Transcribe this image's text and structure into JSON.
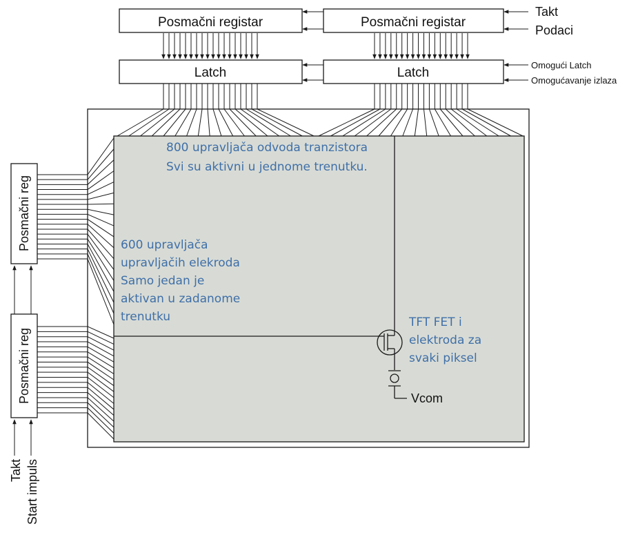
{
  "colors": {
    "panel_fill": "#d8dbd5",
    "annotation_text": "#3f6fa8",
    "lines": "#1a1a1a"
  },
  "registers": {
    "column_shift_left": "Posmačni registar",
    "column_shift_right": "Posmačni registar",
    "latch_left": "Latch",
    "latch_right": "Latch",
    "row_shift_top": "Posmačni reg",
    "row_shift_bottom": "Posmačni reg"
  },
  "inputs": {
    "top_clock": "Takt",
    "top_data": "Podaci",
    "latch_enable": "Omogući Latch",
    "output_enable": "Omogućavanje izlaza",
    "left_clock": "Takt",
    "start_pulse": "Start impuls"
  },
  "annotations": {
    "drain_drivers_line1": "800 upravljača odvoda tranzistora",
    "drain_drivers_line2": "Svi su aktivni u jednome trenutku.",
    "gate_drivers_lines": [
      "600 upravljača",
      "upravljačih elekroda",
      "Samo jedan je",
      "aktivan u zadanome",
      "trenutku"
    ],
    "pixel_lines": [
      "TFT FET i",
      "elektroda za",
      "svaki piksel"
    ],
    "vcom": "Vcom"
  }
}
